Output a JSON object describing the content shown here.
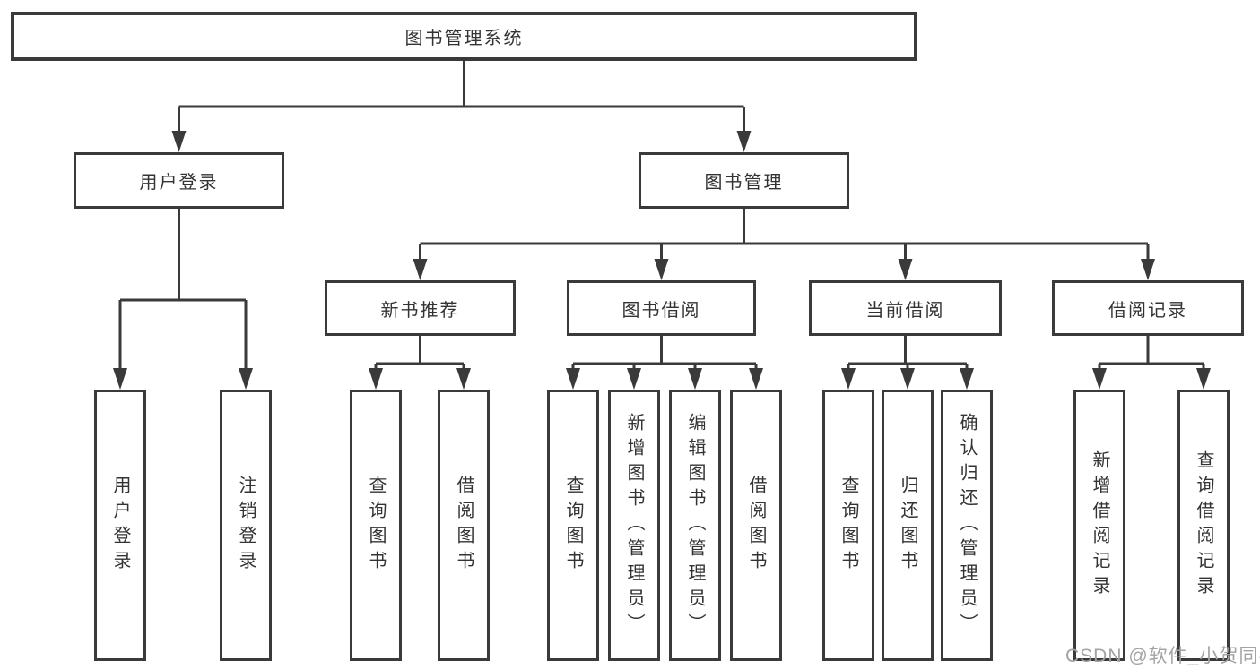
{
  "diagram": {
    "root": {
      "label": "图书管理系统"
    },
    "level2": [
      {
        "id": "user-login",
        "label": "用户登录"
      },
      {
        "id": "book-management",
        "label": "图书管理"
      }
    ],
    "level3": [
      {
        "id": "new-book-recommend",
        "label": "新书推荐"
      },
      {
        "id": "book-borrow",
        "label": "图书借阅"
      },
      {
        "id": "current-borrow",
        "label": "当前借阅"
      },
      {
        "id": "borrow-records",
        "label": "借阅记录"
      }
    ],
    "leaves": [
      {
        "parent": "用户登录",
        "label": "用户登录"
      },
      {
        "parent": "用户登录",
        "label": "注销登录"
      },
      {
        "parent": "新书推荐",
        "label": "查询图书"
      },
      {
        "parent": "新书推荐",
        "label": "借阅图书"
      },
      {
        "parent": "图书借阅",
        "label": "查询图书"
      },
      {
        "parent": "图书借阅",
        "label": "新增图书（管理员）"
      },
      {
        "parent": "图书借阅",
        "label": "编辑图书（管理员）"
      },
      {
        "parent": "图书借阅",
        "label": "借阅图书"
      },
      {
        "parent": "当前借阅",
        "label": "查询图书"
      },
      {
        "parent": "当前借阅",
        "label": "归还图书"
      },
      {
        "parent": "当前借阅",
        "label": "确认归还（管理员）"
      },
      {
        "parent": "借阅记录",
        "label": "新增借阅记录"
      },
      {
        "parent": "借阅记录",
        "label": "查询借阅记录"
      }
    ],
    "watermark": "CSDN @软件_小贺同学",
    "colors": {
      "line": "#3a3a3a",
      "text": "#333333",
      "watermark": "#a3a3a3",
      "box_bg": "#ffffff"
    }
  }
}
